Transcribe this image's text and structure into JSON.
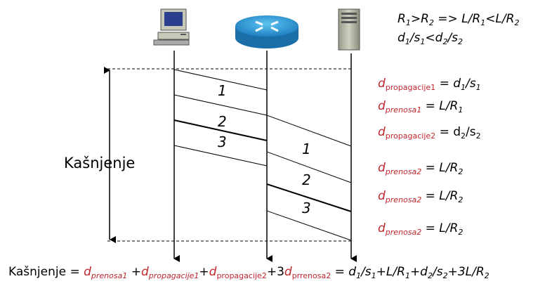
{
  "packets": {
    "link1": [
      "1",
      "2",
      "3"
    ],
    "link2": [
      "1",
      "2",
      "3"
    ]
  },
  "delay_label": "Kašnjenje",
  "top_formulas": {
    "rate": {
      "R1": "R",
      "s1": "1",
      "gt": ">",
      "R2": "R",
      "s2": "2",
      "imp": " => L/R",
      "s3": "1",
      "lt": "<L/R",
      "s4": "2"
    },
    "speed": {
      "d1": "d",
      "s1": "1",
      "slash1": "/s",
      "s2": "1",
      "lt": "<d",
      "s3": "2",
      "slash2": "/s",
      "s4": "2"
    }
  },
  "side_formulas": [
    {
      "lhs": "d",
      "sub": "propagacije1",
      "rhs": " = d",
      "r1": "1",
      "mid": "/s",
      "r2": "1"
    },
    {
      "lhs": "d",
      "sub": "prenosa1",
      "rhs": " = L/R",
      "r1": "1"
    },
    {
      "lhs": "d",
      "sub": "propagacije2",
      "rhs": " = d",
      "r1": "2",
      "mid": "/s",
      "r2": "2"
    },
    {
      "lhs": "d",
      "sub": "prenosa2",
      "rhs": " = L/R",
      "r1": "2"
    },
    {
      "lhs": "d",
      "sub": "prenosa2",
      "rhs": " = L/R",
      "r1": "2"
    },
    {
      "lhs": "d",
      "sub": "prenosa2",
      "rhs": " = L/R",
      "r1": "2"
    }
  ],
  "bottom_formula": {
    "prefix": "Kašnjenje = ",
    "t1": "d",
    "t1s": "prenosa1",
    "plus1": " +",
    "t2": "d",
    "t2s": "propagacije1",
    "plus2": "+",
    "t3": "d",
    "t3s": "propagacije2",
    "plus3": "+3",
    "t4": "d",
    "t4s": "prrenosa2",
    "eq": " = d",
    "a": "1",
    "b": "/s",
    "c": "1",
    "d": "+L/R",
    "e": "1",
    "f": "+d",
    "g": "2",
    "h": "/s",
    "i": "2",
    "j": "+3L/R",
    "k": "2"
  }
}
